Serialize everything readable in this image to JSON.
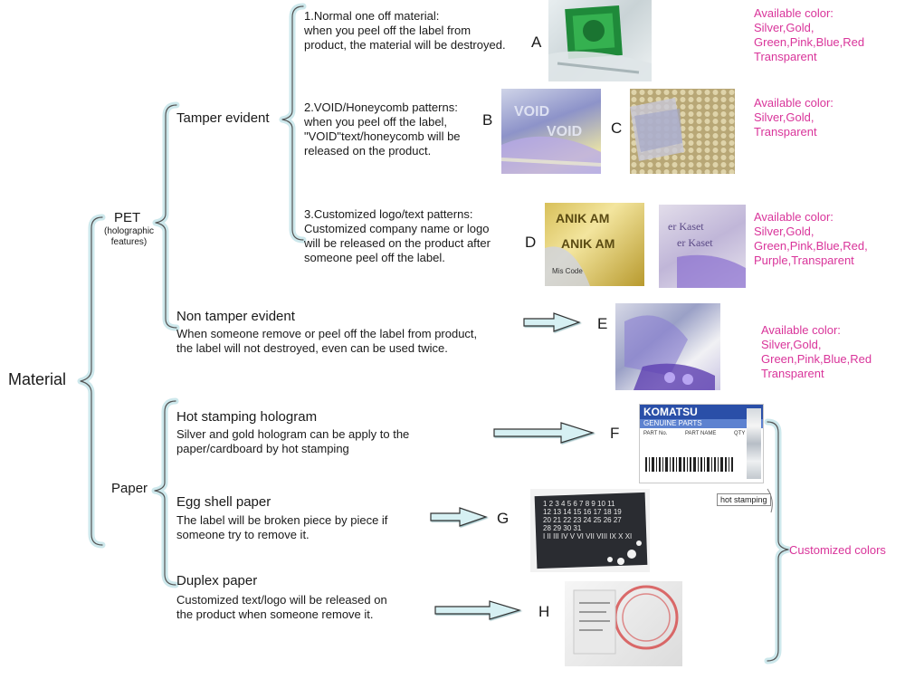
{
  "root": {
    "label": "Material"
  },
  "pet": {
    "label": "PET",
    "sublabel": "(holographic\nfeatures)",
    "tamper_evident": {
      "label": "Tamper evident",
      "items": [
        {
          "text": "1.Normal one off material:\n when you peel off the label from\nproduct, the material will be destroyed.",
          "letters": [
            "A"
          ],
          "colors": "Available color:\nSilver,Gold,\nGreen,Pink,Blue,Red\nTransparent"
        },
        {
          "text": "2.VOID/Honeycomb patterns:\nwhen you peel off the label,\n\"VOID\"text/honeycomb will be\nreleased on the product.",
          "letters": [
            "B",
            "C"
          ],
          "colors": "Available color:\nSilver,Gold,\nTransparent"
        },
        {
          "text": "3.Customized logo/text patterns:\nCustomized company name or logo\nwill be released on the product after\nsomeone peel off the label.",
          "letters": [
            "D"
          ],
          "colors": "Available color:\nSilver,Gold,\nGreen,Pink,Blue,Red,\nPurple,Transparent"
        }
      ]
    },
    "non_tamper": {
      "label": "Non tamper evident",
      "text": "    When someone remove or peel off the label from product,\nthe label will not destroyed, even can be used twice.",
      "letter": "E",
      "colors": "Available color:\nSilver,Gold,\nGreen,Pink,Blue,Red\nTransparent"
    }
  },
  "paper": {
    "label": "Paper",
    "items": [
      {
        "label": "Hot stamping hologram",
        "text": "    Silver and gold hologram can be apply to the\npaper/cardboard by hot stamping",
        "letter": "F"
      },
      {
        "label": "Egg shell paper",
        "text": "    The label will be broken piece by piece if\nsomeone try to remove it.",
        "letter": "G"
      },
      {
        "label": "Duplex paper",
        "text": "      Customized text/logo will be released on\nthe product when someone remove it.",
        "letter": "H"
      }
    ],
    "customized": "Customized colors"
  },
  "images": {
    "hot_stamping_note": "hot stamping",
    "komatsu_brand": "KOMATSU",
    "komatsu_genuine": "GENUINE PARTS",
    "komatsu_part_no": "PART No.",
    "komatsu_part_name": "PART NAME",
    "komatsu_qty": "QTY",
    "egg_numbers": "1 2 3 4 5 6 7 8 9 10 11\n12 13 14 15 16 17 18 19\n20 21 22 23 24 25 26 27\n28 29 30 31\nI II III IV V VI VII VIII IX X XI",
    "void_text": "VOID",
    "d_text_1": "ANIK AM",
    "d_text_2": "ANIK AM",
    "d_text_3": "Mis Code",
    "d2_text": "er Kaset"
  },
  "colors": {
    "accent": "#d9349a",
    "bracket": "#cde8ec",
    "arrow": "#d6f0f3"
  }
}
